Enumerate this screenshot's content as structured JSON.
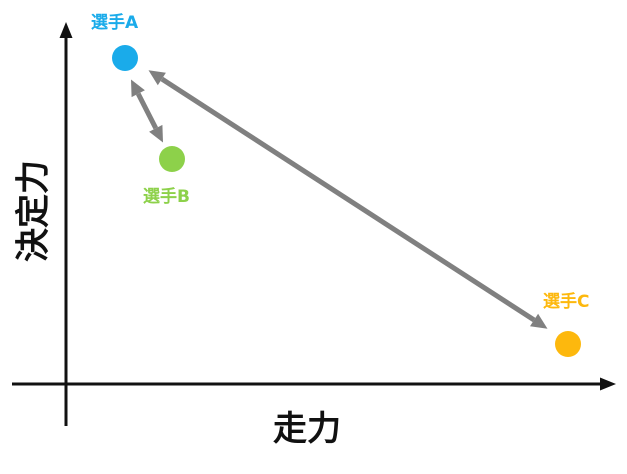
{
  "axes": {
    "x_label": "走力",
    "y_label": "決定力"
  },
  "players": [
    {
      "id": "a",
      "label": "選手A",
      "color": "#1AABEA"
    },
    {
      "id": "b",
      "label": "選手B",
      "color": "#8DD14A"
    },
    {
      "id": "c",
      "label": "選手C",
      "color": "#FDB80D"
    }
  ],
  "relations": [
    {
      "from": "選手A",
      "to": "選手B",
      "type": "double-arrow"
    },
    {
      "from": "選手A",
      "to": "選手C",
      "type": "double-arrow"
    }
  ],
  "colors": {
    "axis": "#111111",
    "arrow": "#808080"
  }
}
